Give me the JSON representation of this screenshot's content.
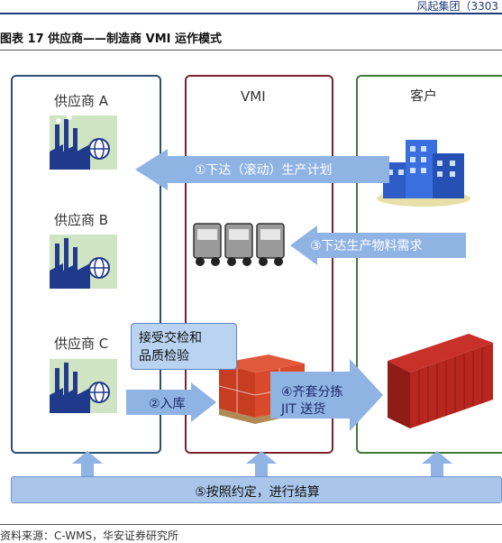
{
  "header": {
    "partial_text": "风起集团（3303"
  },
  "figure": {
    "title": "图表 17  供应商——制造商 VMI 运作模式"
  },
  "columns": {
    "suppliers": {
      "items": [
        "供应商 A",
        "供应商 B",
        "供应商 C"
      ]
    },
    "vmi": {
      "label": "VMI"
    },
    "customer": {
      "label": "客户"
    }
  },
  "arrows": {
    "plan": "①下达（滚动）生产计划",
    "demand": "③下达生产物料需求",
    "inbound": "②入库",
    "deliver_line1": "④齐套分拣",
    "deliver_line2": "JIT 送货"
  },
  "note_box": {
    "line1": "接受交检和",
    "line2": "品质检验"
  },
  "settlement": "⑤按照约定，进行结算",
  "source": "资料来源：C-WMS，华安证券研究所",
  "colors": {
    "supplier_border": "#2c4f78",
    "vmi_border": "#7a2230",
    "customer_border": "#3d7a35",
    "arrow_fill": "#8fb3e3",
    "bar_fill": "#a9c6ea"
  }
}
